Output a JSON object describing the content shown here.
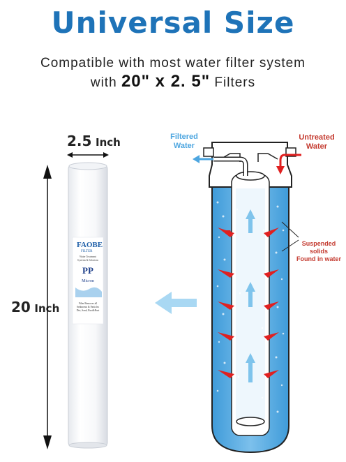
{
  "heading": {
    "title": "Universal Size",
    "line1": "Compatible with most water filter system",
    "line2_pre": "with",
    "line2_size": "20\" x 2. 5\"",
    "line2_post": "Filters"
  },
  "dimensions": {
    "width_value": "2.5",
    "width_unit": "Inch",
    "height_value": "20",
    "height_unit": "Inch"
  },
  "product_label": {
    "brand": "FAOBE",
    "brand_sub": "FILTER",
    "tag_line1": "Water Treatment",
    "tag_line2": "Systems & Solutions",
    "material": "PP",
    "micron": "Micron",
    "desc1": "Filter Removes all",
    "desc2": "Sediments & Particles",
    "desc3": "Dirt, Sand, Rust&Rust"
  },
  "diagram": {
    "filtered_label_1": "Filtered",
    "filtered_label_2": "Water",
    "untreated_label_1": "Untreated",
    "untreated_label_2": "Water",
    "solids_label_1": "Suspended solids",
    "solids_label_2": "Found in water"
  },
  "colors": {
    "title_blue": "#1e73b8",
    "water_blue": "#4da6e0",
    "arrow_red": "#e02020",
    "arrow_light_blue": "#7fc4ec"
  }
}
